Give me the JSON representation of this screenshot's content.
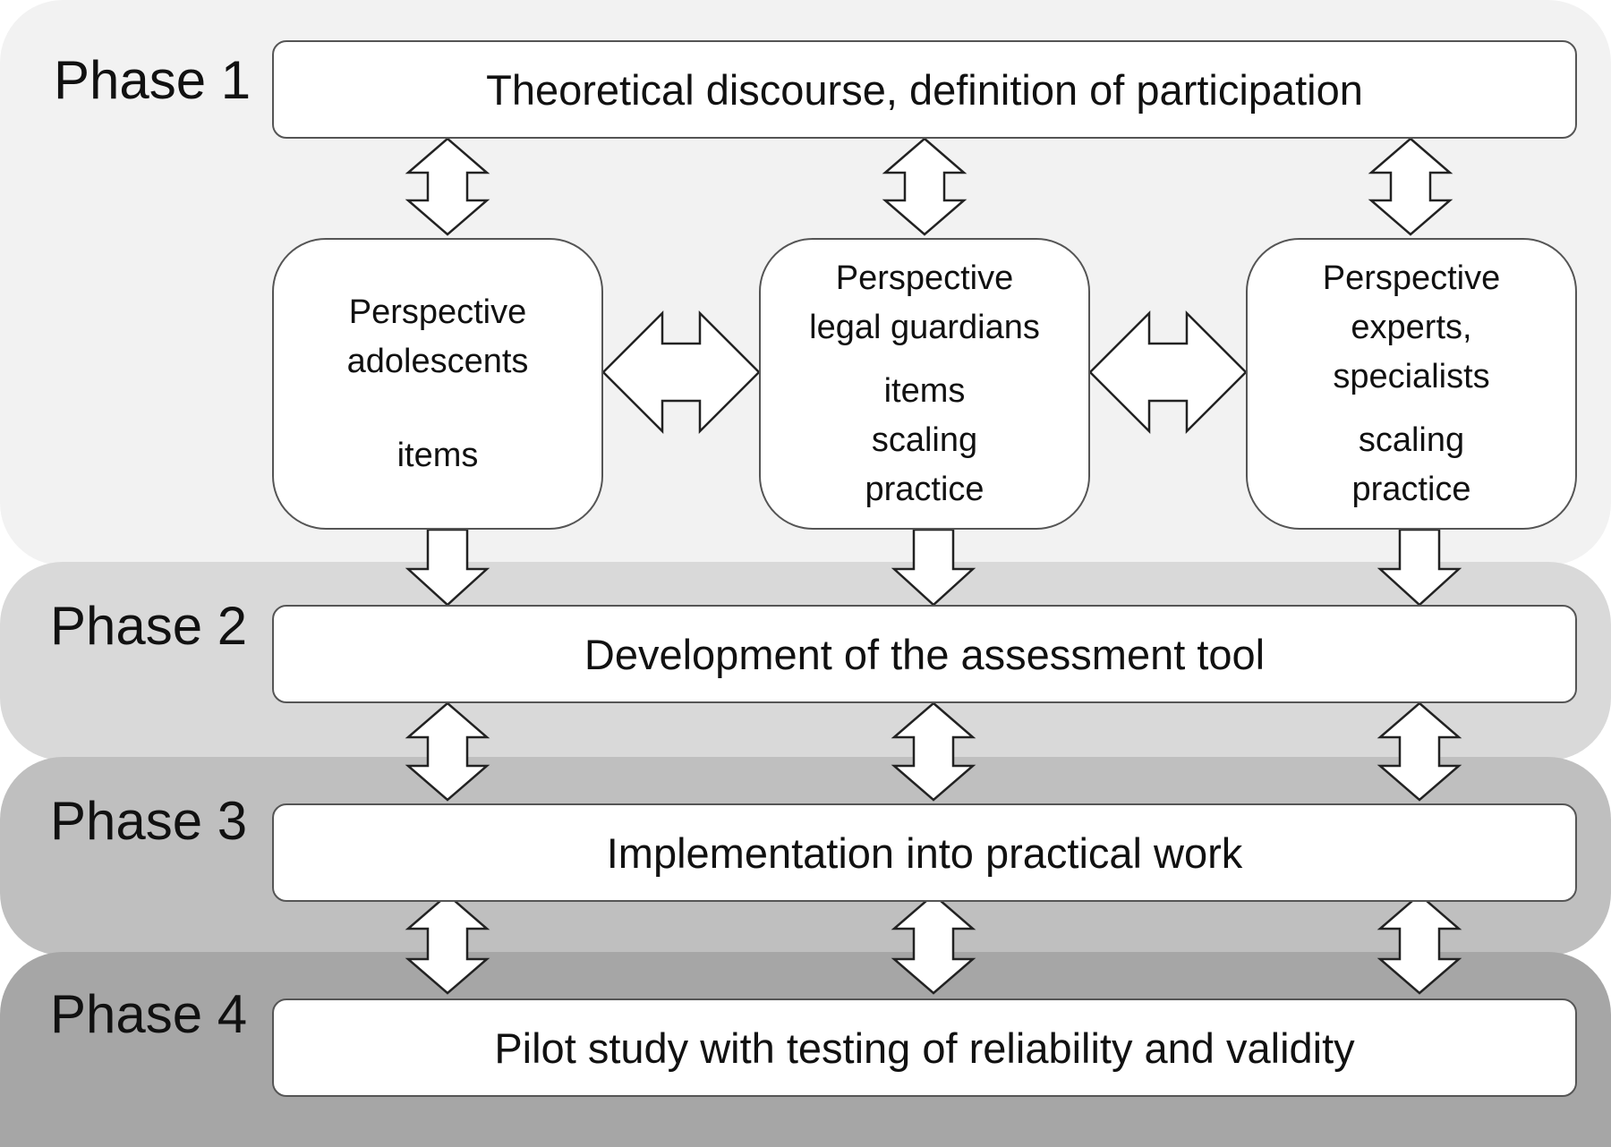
{
  "phases": [
    {
      "label": "Phase 1",
      "text": "Theoretical discourse, definition of participation"
    },
    {
      "label": "Phase 2",
      "text": "Development of the assessment tool"
    },
    {
      "label": "Phase 3",
      "text": "Implementation into practical work"
    },
    {
      "label": "Phase 4",
      "text": "Pilot study with testing of reliability and validity"
    }
  ],
  "perspectives": [
    {
      "title_1": "Perspective",
      "title_2": "adolescents",
      "detail_1": "items"
    },
    {
      "title_1": "Perspective",
      "title_2": "legal guardians",
      "detail_1": "items",
      "detail_2": "scaling",
      "detail_3": "practice"
    },
    {
      "title_1": "Perspective",
      "title_2": "experts,",
      "title_3": "specialists",
      "detail_1": "scaling",
      "detail_2": "practice"
    }
  ],
  "colors": {
    "phase_1_band": "#f2f2f2",
    "phase_2_band": "#d9d9d9",
    "phase_3_band": "#bfbfbf",
    "phase_4_band": "#a6a6a6",
    "box_fill": "#ffffff",
    "box_border": "#555555"
  }
}
